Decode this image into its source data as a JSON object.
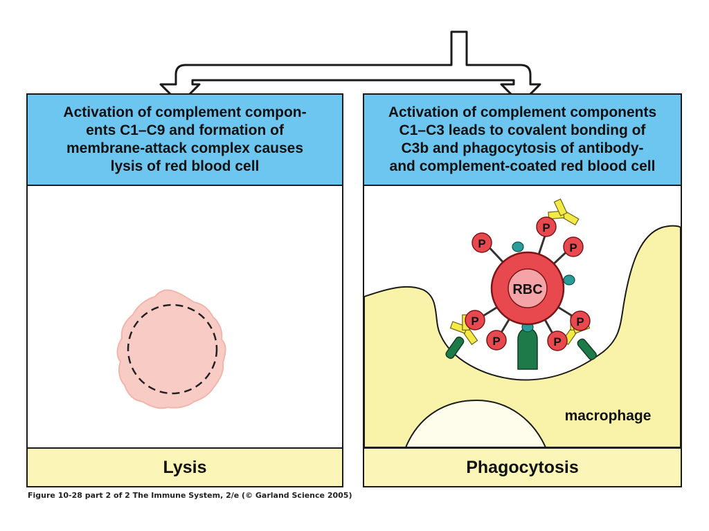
{
  "left_panel": {
    "header_lines": [
      "Activation of complement compon-",
      "ents C1–C9 and formation of",
      "membrane-attack complex causes",
      "lysis of red blood cell"
    ],
    "footer_label": "Lysis"
  },
  "right_panel": {
    "header_lines": [
      "Activation of complement components",
      "C1–C3 leads to covalent bonding of",
      "C3b and phagocytosis of antibody-",
      "and complement-coated red blood cell"
    ],
    "footer_label": "Phagocytosis",
    "cell_label": "RBC",
    "receptor_label": "P",
    "macrophage_label": "macrophage"
  },
  "caption": "Figure 10-28 part 2 of 2  The Immune System, 2/e (© Garland Science 2005)",
  "colors": {
    "header_blue": "#6cc6f0",
    "footer_yellow": "#fbf6b8",
    "macrophage_yellow": "#f9f3a9",
    "rbc_red": "#e8494e",
    "lysed_pink": "#f8cbc4",
    "antibody_yellow": "#f5ea45",
    "c3b_teal": "#2a9d9a",
    "receptor_green": "#1f7a4a"
  }
}
